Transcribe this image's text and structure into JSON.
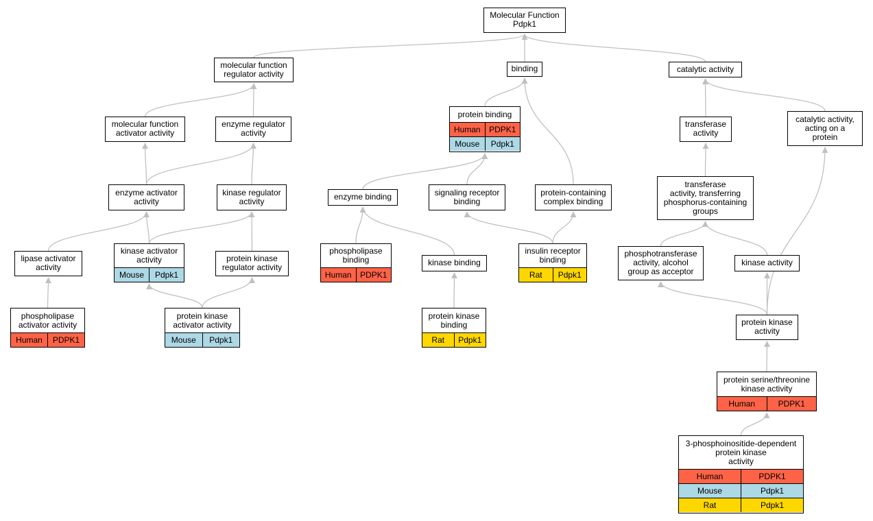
{
  "colors": {
    "human": "#ff6347",
    "mouse": "#add8e6",
    "rat": "#ffd700",
    "edge": "#c0c0c0"
  },
  "nodes": {
    "root": {
      "label": "Molecular Function\nPdpk1",
      "rows": []
    },
    "mfreg": {
      "label": "molecular function\nregulator activity",
      "rows": []
    },
    "binding": {
      "label": "binding",
      "rows": []
    },
    "catalytic": {
      "label": "catalytic activity",
      "rows": []
    },
    "mfact": {
      "label": "molecular function\nactivator activity",
      "rows": []
    },
    "enzreg": {
      "label": "enzyme regulator\nactivity",
      "rows": []
    },
    "protbind": {
      "label": "protein binding",
      "rows": [
        {
          "species": "Human",
          "gene": "PDPK1"
        },
        {
          "species": "Mouse",
          "gene": "Pdpk1"
        }
      ]
    },
    "transferase": {
      "label": "transferase\nactivity",
      "rows": []
    },
    "catprot": {
      "label": "catalytic activity,\nacting on a\nprotein",
      "rows": []
    },
    "enzact": {
      "label": "enzyme activator\nactivity",
      "rows": []
    },
    "kinreg": {
      "label": "kinase regulator\nactivity",
      "rows": []
    },
    "enzbind": {
      "label": "enzyme binding",
      "rows": []
    },
    "sigrec": {
      "label": "signaling receptor\nbinding",
      "rows": []
    },
    "protcomplex": {
      "label": "protein-containing\ncomplex binding",
      "rows": []
    },
    "transphos": {
      "label": "transferase\nactivity, transferring\nphosphorus-containing\ngroups",
      "rows": []
    },
    "lipact": {
      "label": "lipase activator\nactivity",
      "rows": []
    },
    "kinact": {
      "label": "kinase activator\nactivity",
      "rows": [
        {
          "species": "Mouse",
          "gene": "Pdpk1"
        }
      ]
    },
    "pkreg": {
      "label": "protein kinase\nregulator activity",
      "rows": []
    },
    "phospbind": {
      "label": "phospholipase\nbinding",
      "rows": [
        {
          "species": "Human",
          "gene": "PDPK1"
        }
      ]
    },
    "kinbind": {
      "label": "kinase binding",
      "rows": []
    },
    "insrec": {
      "label": "insulin receptor\nbinding",
      "rows": [
        {
          "species": "Rat",
          "gene": "Pdpk1"
        }
      ]
    },
    "phosalc": {
      "label": "phosphotransferase\nactivity, alcohol\ngroup as acceptor",
      "rows": []
    },
    "kinaseact": {
      "label": "kinase activity",
      "rows": []
    },
    "phospact": {
      "label": "phospholipase\nactivator activity",
      "rows": [
        {
          "species": "Human",
          "gene": "PDPK1"
        }
      ]
    },
    "pkact": {
      "label": "protein kinase\nactivator activity",
      "rows": [
        {
          "species": "Mouse",
          "gene": "Pdpk1"
        }
      ]
    },
    "pkbind": {
      "label": "protein kinase\nbinding",
      "rows": [
        {
          "species": "Rat",
          "gene": "Pdpk1"
        }
      ]
    },
    "pkactivity": {
      "label": "protein kinase\nactivity",
      "rows": []
    },
    "serthr": {
      "label": "protein serine/threonine\nkinase activity",
      "rows": [
        {
          "species": "Human",
          "gene": "PDPK1"
        }
      ]
    },
    "pdk": {
      "label": "3-phosphoinositide-dependent\nprotein kinase\nactivity",
      "rows": [
        {
          "species": "Human",
          "gene": "PDPK1"
        },
        {
          "species": "Mouse",
          "gene": "Pdpk1"
        },
        {
          "species": "Rat",
          "gene": "Pdpk1"
        }
      ]
    }
  },
  "edges": [
    [
      "mfreg",
      "root"
    ],
    [
      "binding",
      "root"
    ],
    [
      "catalytic",
      "root"
    ],
    [
      "mfact",
      "mfreg"
    ],
    [
      "enzreg",
      "mfreg"
    ],
    [
      "protbind",
      "binding"
    ],
    [
      "protcomplex",
      "binding"
    ],
    [
      "transferase",
      "catalytic"
    ],
    [
      "catprot",
      "catalytic"
    ],
    [
      "enzact",
      "mfact"
    ],
    [
      "enzact",
      "enzreg"
    ],
    [
      "kinreg",
      "enzreg"
    ],
    [
      "enzbind",
      "protbind"
    ],
    [
      "sigrec",
      "protbind"
    ],
    [
      "transphos",
      "transferase"
    ],
    [
      "lipact",
      "enzact"
    ],
    [
      "kinact",
      "enzact"
    ],
    [
      "kinact",
      "kinreg"
    ],
    [
      "pkreg",
      "kinreg"
    ],
    [
      "phospbind",
      "enzbind"
    ],
    [
      "kinbind",
      "enzbind"
    ],
    [
      "insrec",
      "sigrec"
    ],
    [
      "insrec",
      "protcomplex"
    ],
    [
      "phosalc",
      "transphos"
    ],
    [
      "kinaseact",
      "transphos"
    ],
    [
      "phospact",
      "lipact"
    ],
    [
      "pkact",
      "kinact"
    ],
    [
      "pkact",
      "pkreg"
    ],
    [
      "pkbind",
      "kinbind"
    ],
    [
      "pkactivity",
      "phosalc"
    ],
    [
      "pkactivity",
      "kinaseact"
    ],
    [
      "pkactivity",
      "catprot"
    ],
    [
      "serthr",
      "pkactivity"
    ],
    [
      "pdk",
      "serthr"
    ]
  ]
}
